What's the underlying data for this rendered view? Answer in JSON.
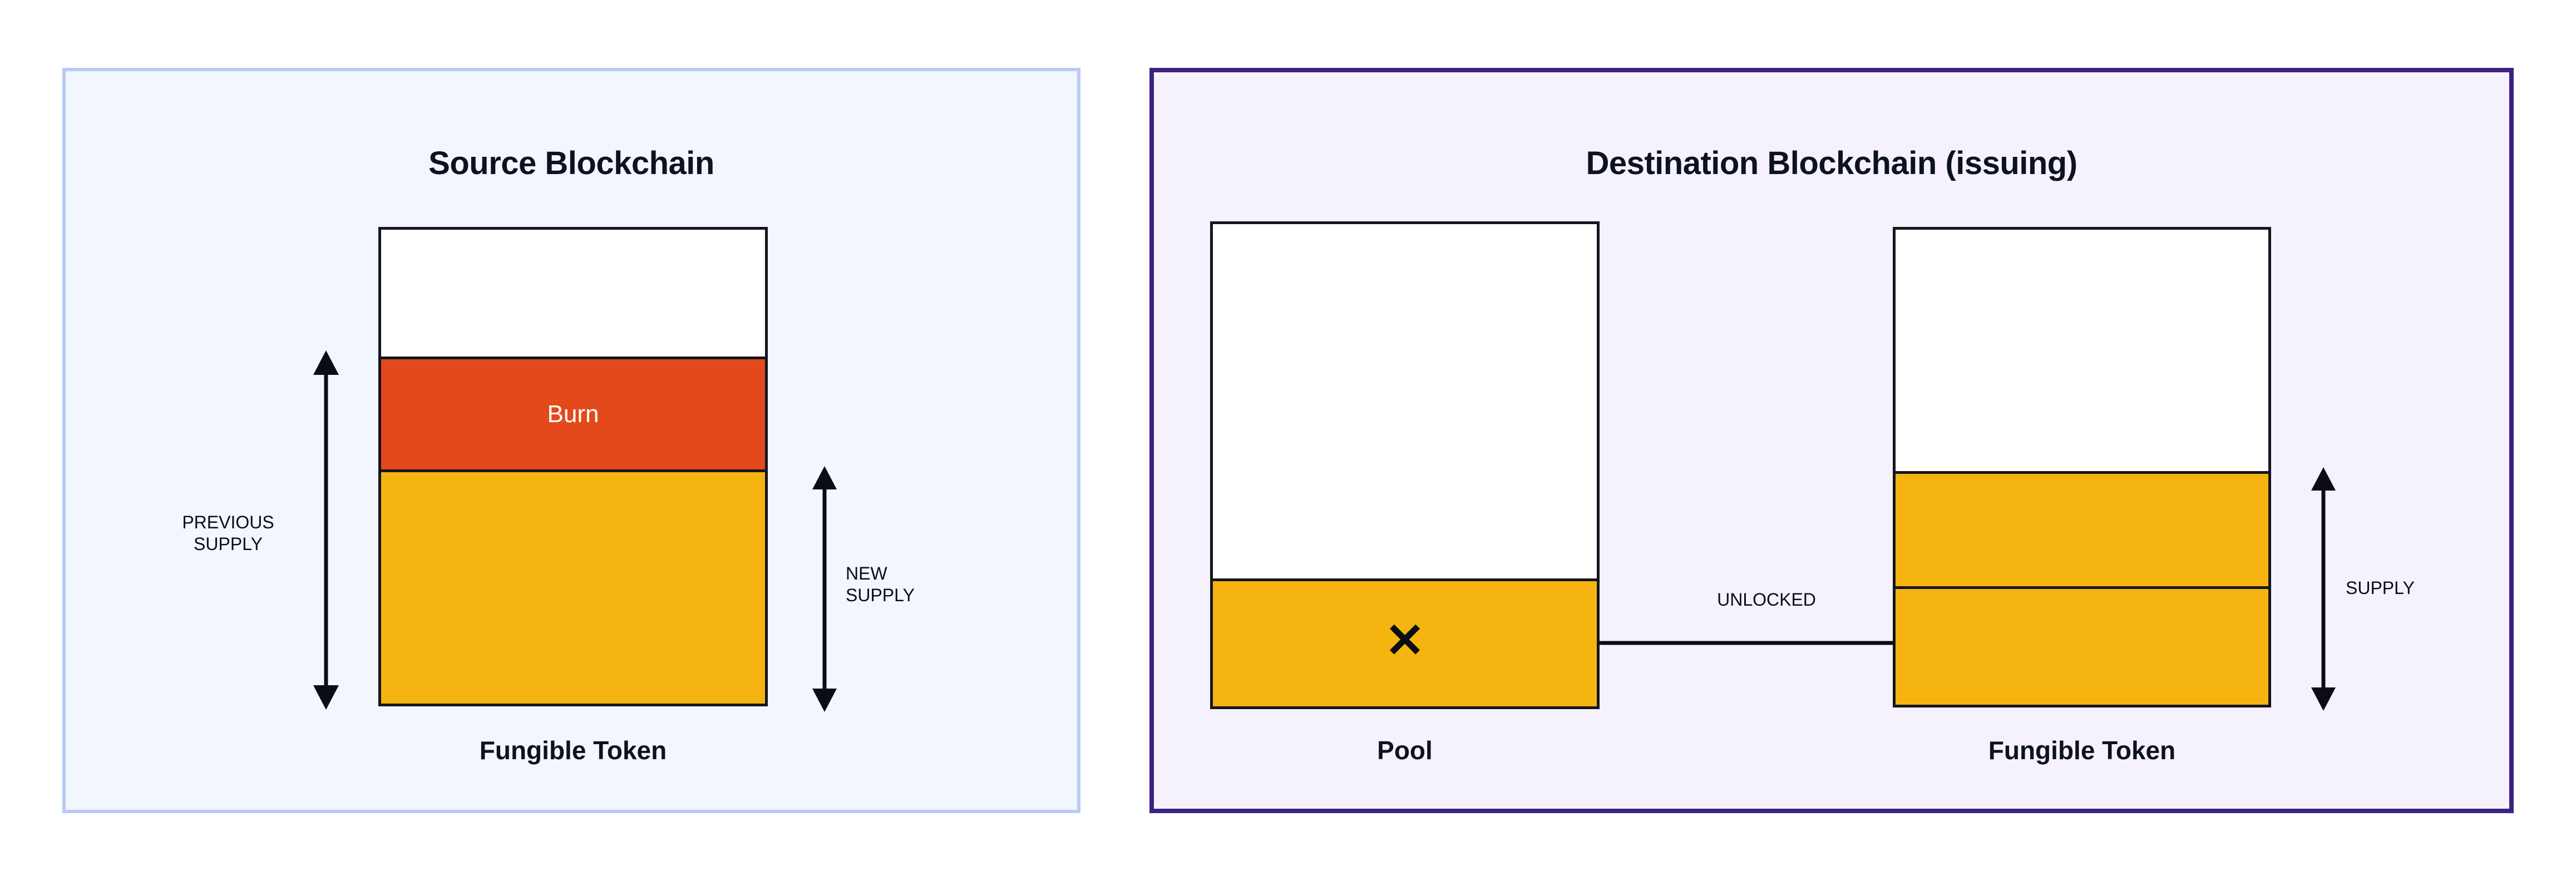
{
  "diagram": {
    "title_left": "Source Blockchain",
    "title_right": "Destination Blockchain (issuing)"
  },
  "source_panel": {
    "title": "Source Blockchain",
    "border_color": "#b9cbf4",
    "background_color": "#f2f6fe",
    "token_box": {
      "caption": "Fungible Token",
      "segments": [
        {
          "name": "empty",
          "label": "",
          "color": "#ffffff"
        },
        {
          "name": "burn",
          "label": "Burn",
          "color": "#e3491b",
          "text_color": "#ffffff"
        },
        {
          "name": "remaining-supply",
          "label": "",
          "color": "#f6b410"
        }
      ]
    },
    "measures": [
      {
        "name": "previous-supply",
        "label": "PREVIOUS\nSUPPLY",
        "side": "left"
      },
      {
        "name": "new-supply",
        "label": "NEW\nSUPPLY",
        "side": "right"
      }
    ]
  },
  "destination_panel": {
    "title": "Destination Blockchain (issuing)",
    "border_color": "#3e2180",
    "background_color": "#f5f2fd",
    "pool_box": {
      "caption": "Pool",
      "marker": "✕",
      "marker_name": "cross-mark",
      "segments": [
        {
          "name": "empty",
          "label": "",
          "color": "#ffffff"
        },
        {
          "name": "locked-removed",
          "label": "",
          "color": "#f6b410"
        }
      ]
    },
    "token_box": {
      "caption": "Fungible Token",
      "segments": [
        {
          "name": "empty",
          "label": "",
          "color": "#ffffff"
        },
        {
          "name": "existing-supply",
          "label": "",
          "color": "#f6b410"
        },
        {
          "name": "unlocked-supply",
          "label": "",
          "color": "#f6b410"
        }
      ]
    },
    "flow": {
      "label": "UNLOCKED",
      "direction": "pool-to-token"
    },
    "measures": [
      {
        "name": "supply",
        "label": "SUPPLY",
        "side": "right"
      }
    ]
  },
  "colors": {
    "gold": "#f6b410",
    "burn_red": "#e3491b",
    "ink": "#14161f",
    "source_border": "#b9cbf4",
    "destination_border": "#3e2180"
  }
}
